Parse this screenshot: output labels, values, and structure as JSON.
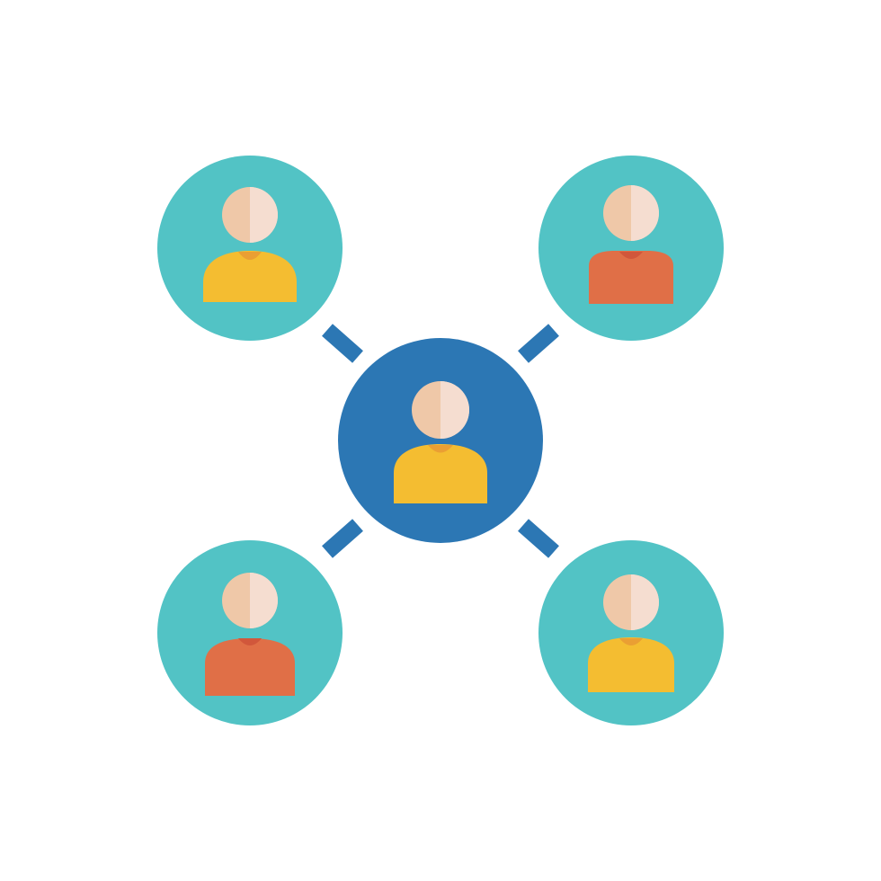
{
  "colors": {
    "background": "#ffffff",
    "hub_circle": "#2c77b4",
    "node_circle": "#52c3c5",
    "connector": "#2c77b4",
    "skin_light": "#f5ddd0",
    "skin_shadow": "#efc8a8",
    "shirt_yellow": "#f4bd31",
    "shirt_orange": "#e06f47",
    "collar_yellow": "#ea9f33",
    "collar_orange": "#d1573b"
  },
  "network": {
    "hub": {
      "name": "center-user",
      "shirt": "yellow",
      "icon": "user-icon"
    },
    "nodes": [
      {
        "name": "top-left-user",
        "shirt": "yellow",
        "icon": "user-icon"
      },
      {
        "name": "top-right-user",
        "shirt": "orange",
        "icon": "user-icon"
      },
      {
        "name": "bottom-left-user",
        "shirt": "orange",
        "icon": "user-icon"
      },
      {
        "name": "bottom-right-user",
        "shirt": "yellow",
        "icon": "user-icon"
      }
    ]
  }
}
